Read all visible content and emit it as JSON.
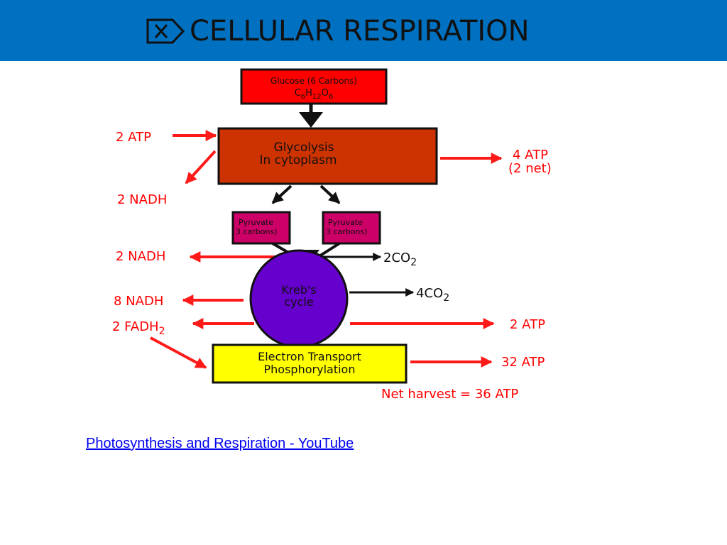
{
  "header": {
    "title": "CELLULAR RESPIRATION",
    "icon": "checkbox-x-icon",
    "background": "#0070c0"
  },
  "diagram": {
    "glucose": {
      "label": "Glucose (6 Carbons)",
      "formula_parts": [
        "C",
        "6",
        "H",
        "12",
        "O",
        "6"
      ]
    },
    "glycolysis": {
      "line1": "Glycolysis",
      "line2": "In cytoplasm"
    },
    "pyruvate_left": {
      "line1": "Pyruvate",
      "line2": "3 carbons)"
    },
    "pyruvate_right": {
      "line1": "Pyruvate",
      "line2": "3 carbons)"
    },
    "krebs": {
      "line1": "Kreb's",
      "line2": "cycle"
    },
    "etc": {
      "line1": "Electron Transport",
      "line2": "Phosphorylation"
    },
    "labels": {
      "atp_in": "2 ATP",
      "nadh_glycolysis": "2 NADH",
      "atp_out_glycolysis_1": "4 ATP",
      "atp_out_glycolysis_2": "(2 net)",
      "nadh_pyruvate": "2 NADH",
      "co2_pyruvate": {
        "base": "2CO",
        "sub": "2"
      },
      "nadh_krebs": "8 NADH",
      "co2_krebs": {
        "base": "4CO",
        "sub": "2"
      },
      "fadh": {
        "base": "2 FADH",
        "sub": "2"
      },
      "atp_krebs": "2 ATP",
      "atp_etc": "32 ATP",
      "net_harvest": "Net harvest = 36 ATP"
    },
    "colors": {
      "red_box": "#ff0000",
      "glycolysis_box": "#cc3300",
      "pyruvate_box": "#cc0066",
      "krebs_circle": "#6600cc",
      "etc_box": "#ffff00",
      "label_red": "#ff0000",
      "arrow_red": "#ff1a1a"
    }
  },
  "link": {
    "text": "Photosynthesis and Respiration - YouTube"
  }
}
